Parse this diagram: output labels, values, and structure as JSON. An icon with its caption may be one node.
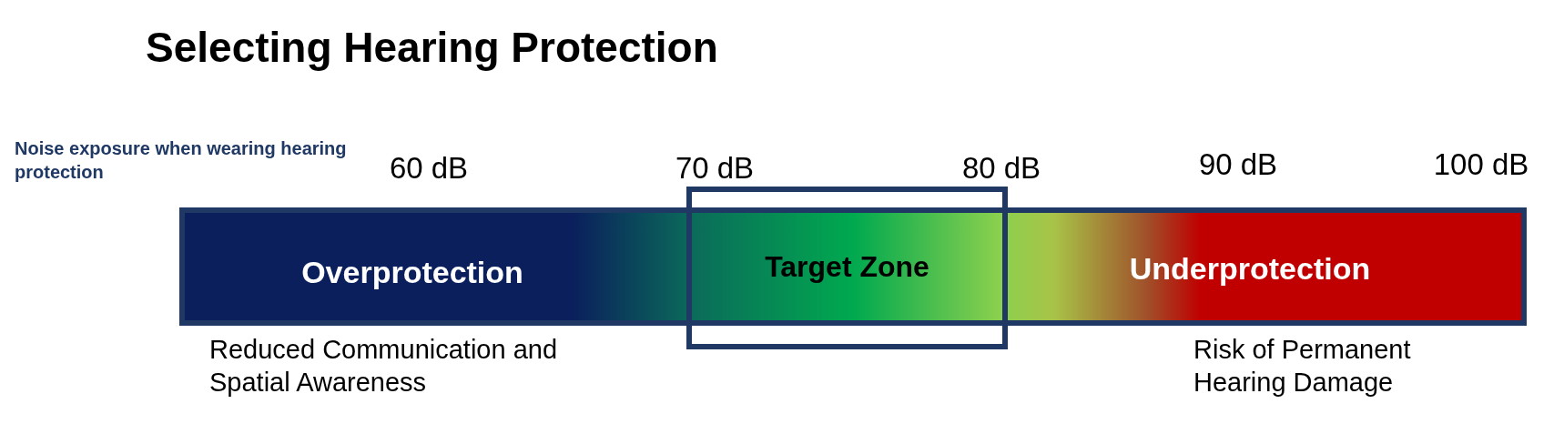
{
  "diagram": {
    "title": "Selecting Hearing Protection",
    "nodes": [
      {
        "text": [
          "Overprotection",
          "Underprotection"
        ]
      },
      {
        "text": [
          "Target Zone"
        ]
      }
    ],
    "edges": [],
    "labels": [
      "Noise exposure when wearing hearing protection",
      "60 dB",
      "70 dB",
      "80 dB",
      "90 dB",
      "100 dB",
      "Reduced Communication and Spatial Awareness",
      "Risk of Permanent Hearing Damage"
    ]
  }
}
